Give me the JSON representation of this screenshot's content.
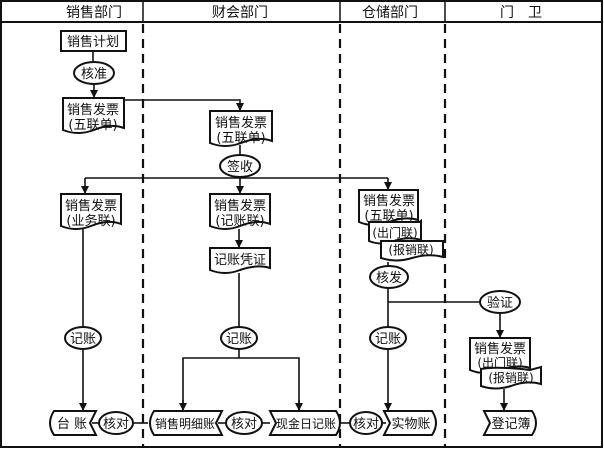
{
  "lanes": [
    {
      "name": "销售部门"
    },
    {
      "name": "财会部门"
    },
    {
      "name": "仓储部门"
    },
    {
      "name": "门　卫"
    }
  ],
  "nodes": {
    "sales_plan": "销售计划",
    "approve": "核准",
    "invoice_five_1": [
      "销售发票",
      "(五联单)"
    ],
    "invoice_five_2": [
      "销售发票",
      "(五联单)"
    ],
    "sign": "签收",
    "invoice_business": [
      "销售发票",
      "(业务联)"
    ],
    "invoice_accounting": [
      "销售发票",
      "(记账联)"
    ],
    "voucher": "记账凭证",
    "invoice_five_3": [
      "销售发票",
      "(五联单)"
    ],
    "copy_out": "(出门联)",
    "copy_reimb": "(报销联)",
    "issue": "核发",
    "verify": "验证",
    "post_sales": "记账",
    "post_fin": "记账",
    "post_wh": "记账",
    "gate_invoice": [
      "销售发票",
      "(出门联)"
    ],
    "gate_reimb": "(报销联)",
    "ledger": "台 账",
    "check1": "核对",
    "sales_detail": "销售明细账",
    "check2": "核对",
    "cash_journal": "现金日记账",
    "check3": "核对",
    "stock_ledger": "实物账",
    "register": "登记簿"
  }
}
